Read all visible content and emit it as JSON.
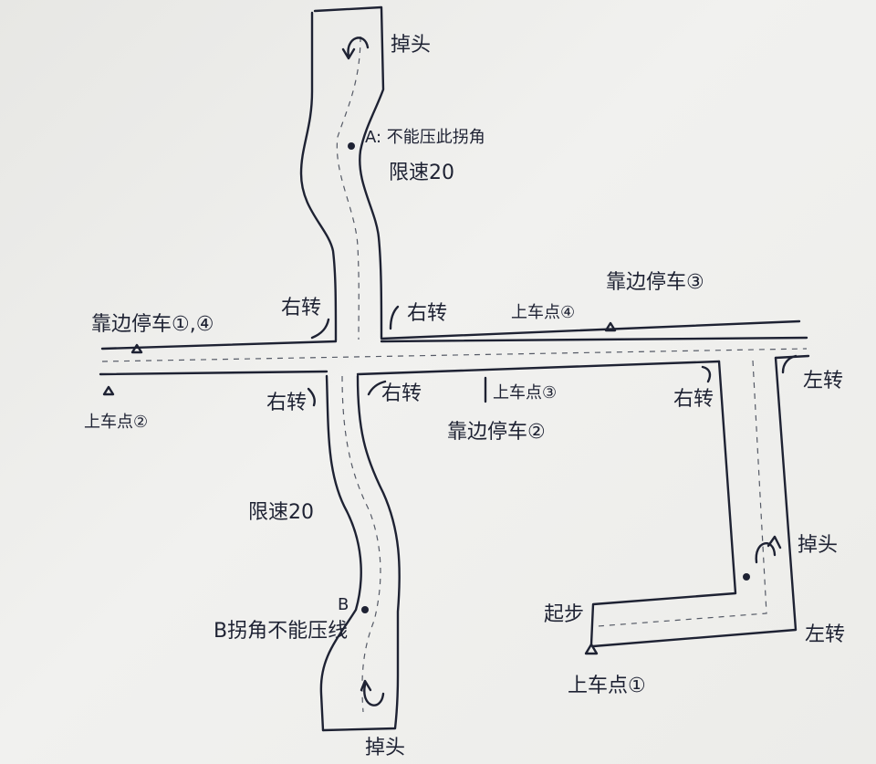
{
  "labels": {
    "uturn_top": "掉头",
    "point_a": "A",
    "note_a": "A: 不能压此拐角",
    "speed_top": "限速20",
    "right_turn_1": "右转",
    "right_turn_2": "右转",
    "park_1_4": "靠边停车①,④",
    "pickup_4": "上车点④",
    "park_3": "靠边停车③",
    "pickup_2": "上车点②",
    "right_turn_3": "右转",
    "right_turn_4": "右转",
    "pickup_3": "上车点③",
    "park_2": "靠边停车②",
    "right_turn_5": "右转",
    "left_turn_1": "左转",
    "speed_bottom": "限速20",
    "uturn_right": "掉头",
    "point_b": "B",
    "note_b": "B拐角不能压线",
    "start": "起步",
    "left_turn_2": "左转",
    "pickup_1": "上车点①",
    "uturn_bottom": "掉头"
  }
}
